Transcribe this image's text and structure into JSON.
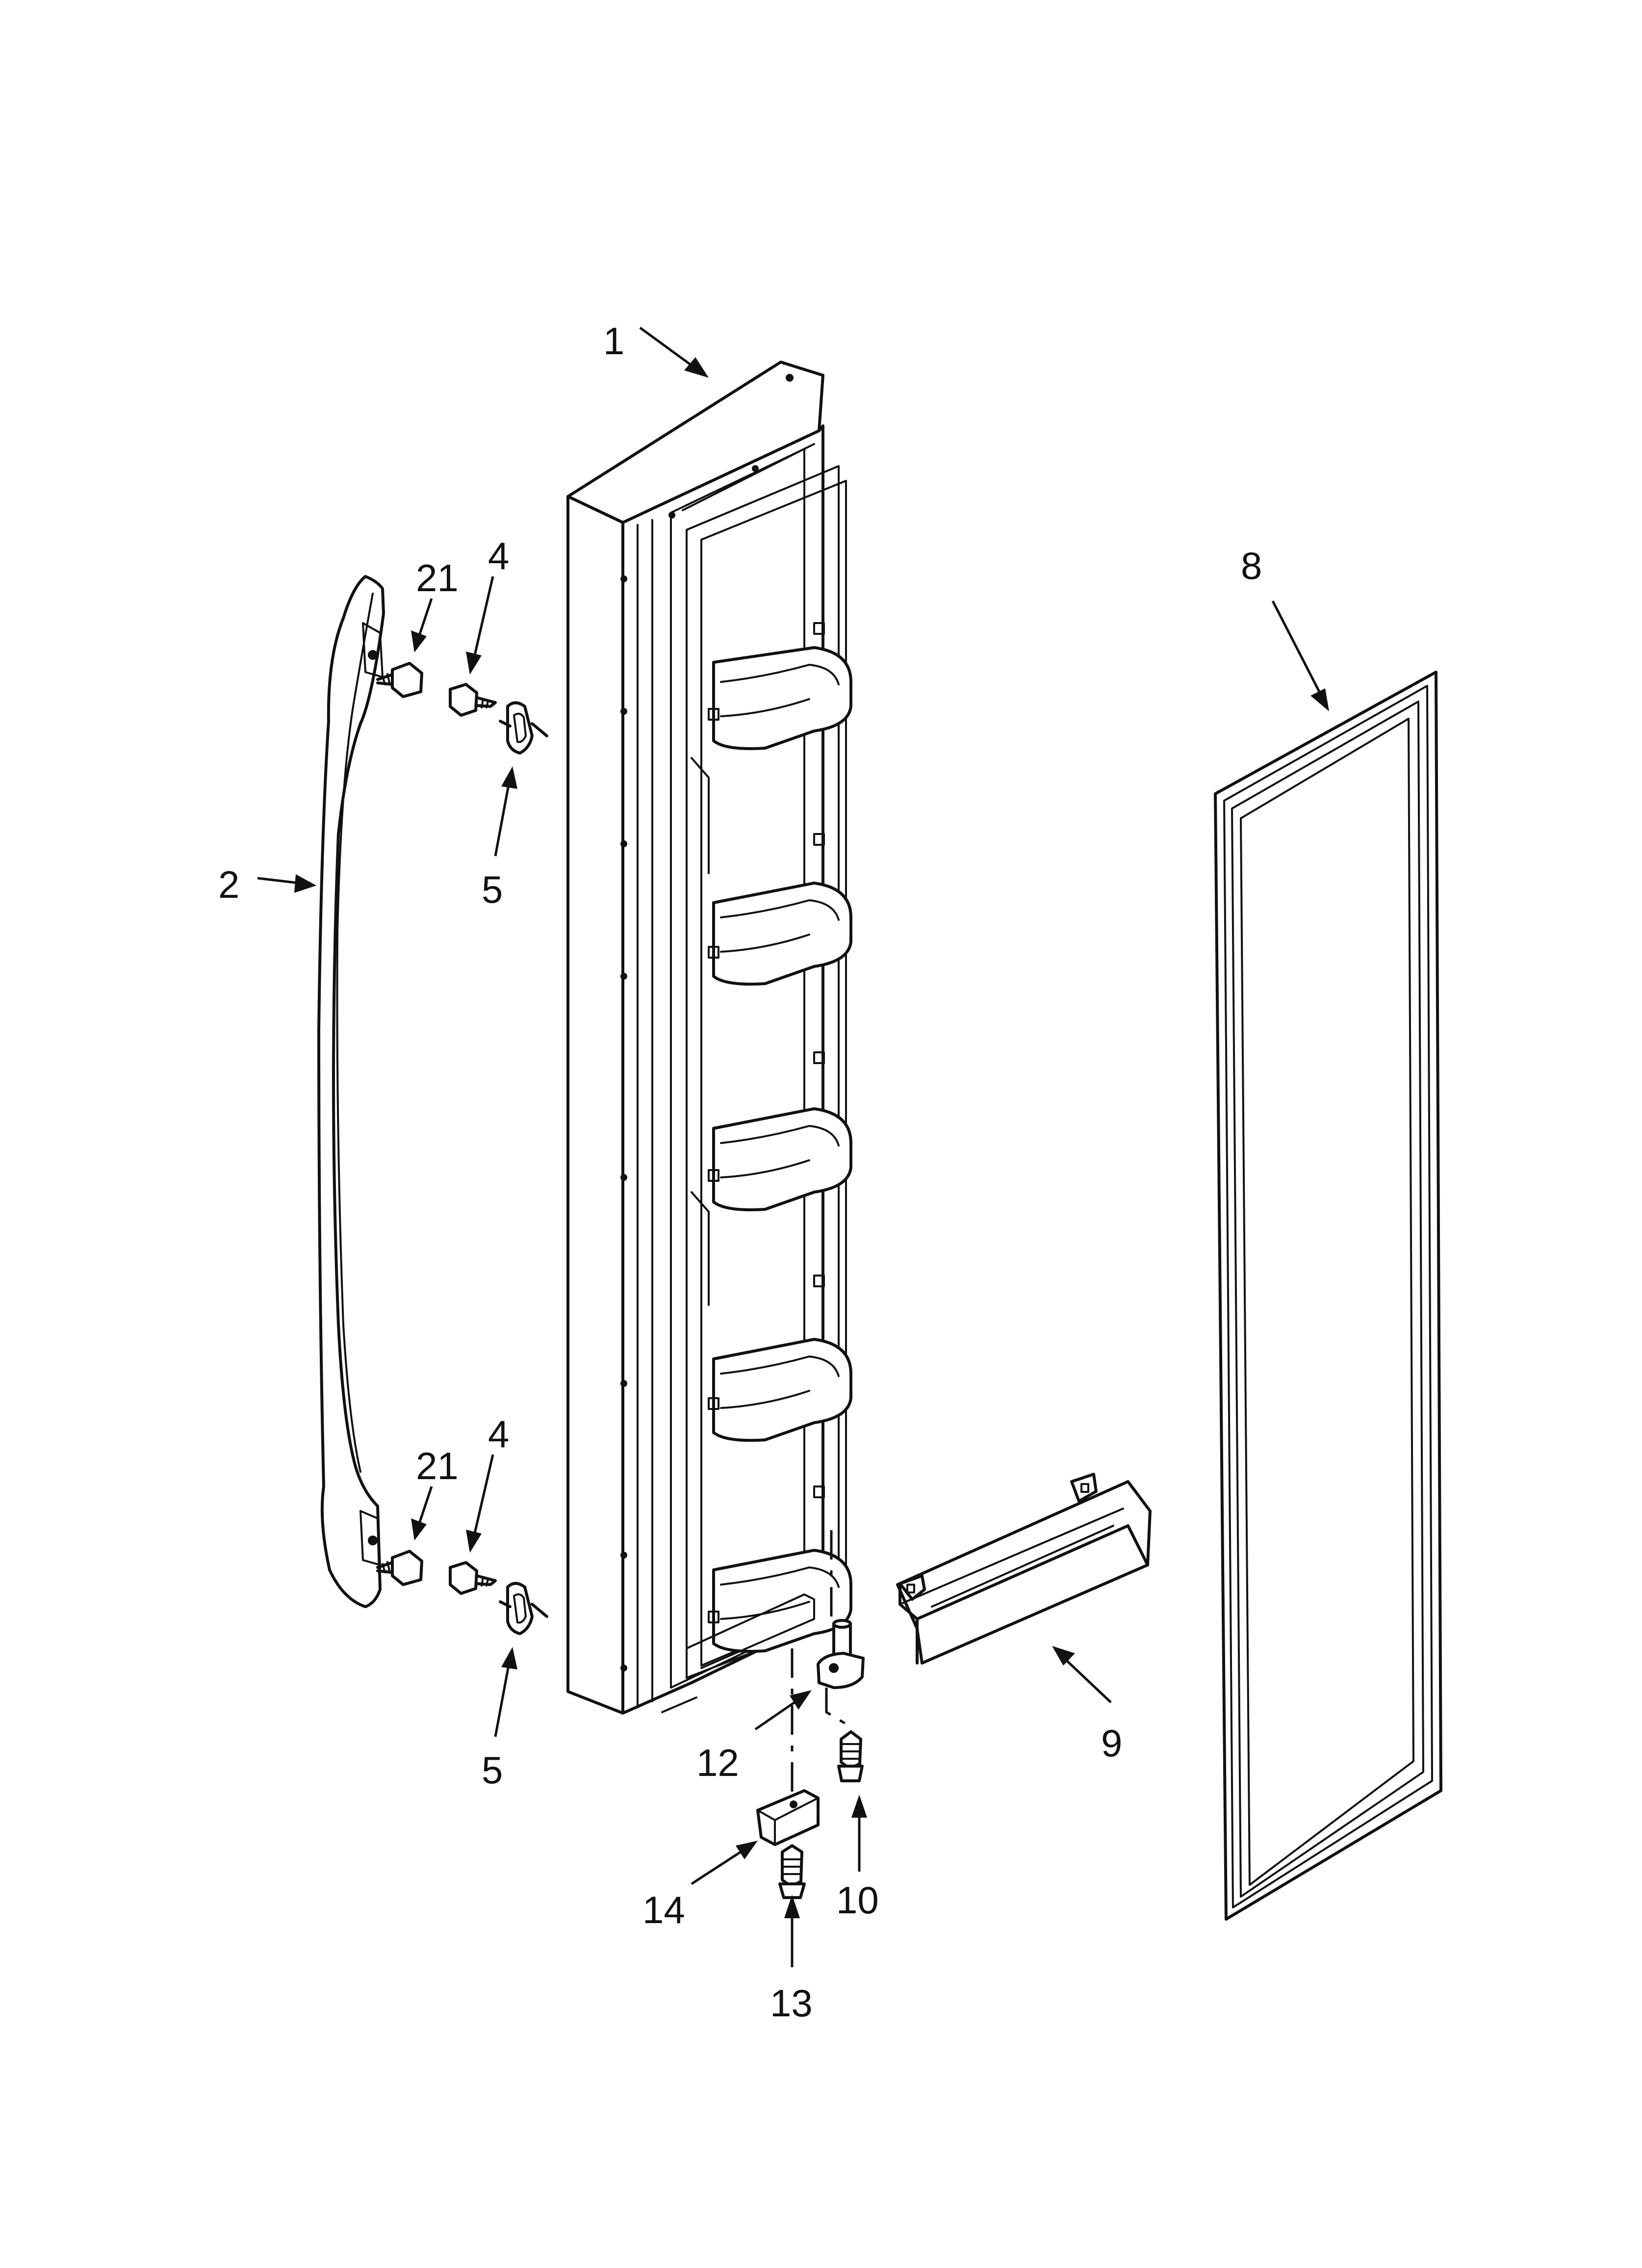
{
  "callouts": {
    "c1": "1",
    "c2": "2",
    "c4a": "4",
    "c4b": "4",
    "c5a": "5",
    "c5b": "5",
    "c8": "8",
    "c9": "9",
    "c10": "10",
    "c12": "12",
    "c13": "13",
    "c14": "14",
    "c21a": "21",
    "c21b": "21"
  }
}
